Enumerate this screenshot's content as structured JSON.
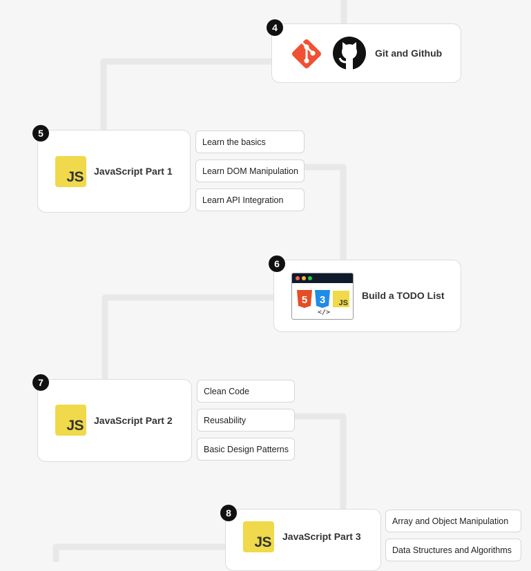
{
  "colors": {
    "background": "#f6f6f6",
    "connector": "#e8e8e8",
    "card_border": "#dcdcdc",
    "step_badge": "#111111",
    "js_yellow": "#f0d94a",
    "git_red": "#f05033",
    "html_orange": "#e44d26",
    "css_blue": "#1f8ce6"
  },
  "nodes": [
    {
      "step": "4",
      "title": "Git and Github",
      "icons": [
        "git-icon",
        "github-icon"
      ],
      "topics": []
    },
    {
      "step": "5",
      "title": "JavaScript Part 1",
      "icons": [
        "js-icon"
      ],
      "topics": [
        "Learn the basics",
        "Learn DOM Manipulation",
        "Learn API Integration"
      ]
    },
    {
      "step": "6",
      "title": "Build a TODO List",
      "icons": [
        "browser-html-css-js-icon"
      ],
      "topics": []
    },
    {
      "step": "7",
      "title": "JavaScript Part 2",
      "icons": [
        "js-icon"
      ],
      "topics": [
        "Clean Code",
        "Reusability",
        "Basic Design Patterns"
      ]
    },
    {
      "step": "8",
      "title": "JavaScript Part 3",
      "icons": [
        "js-icon"
      ],
      "topics": [
        "Array and Object Manipulation",
        "Data Structures and Algorithms"
      ]
    }
  ],
  "logos": {
    "js_text": "JS",
    "code_text": "</>",
    "html_num": "5",
    "css_num": "3"
  }
}
